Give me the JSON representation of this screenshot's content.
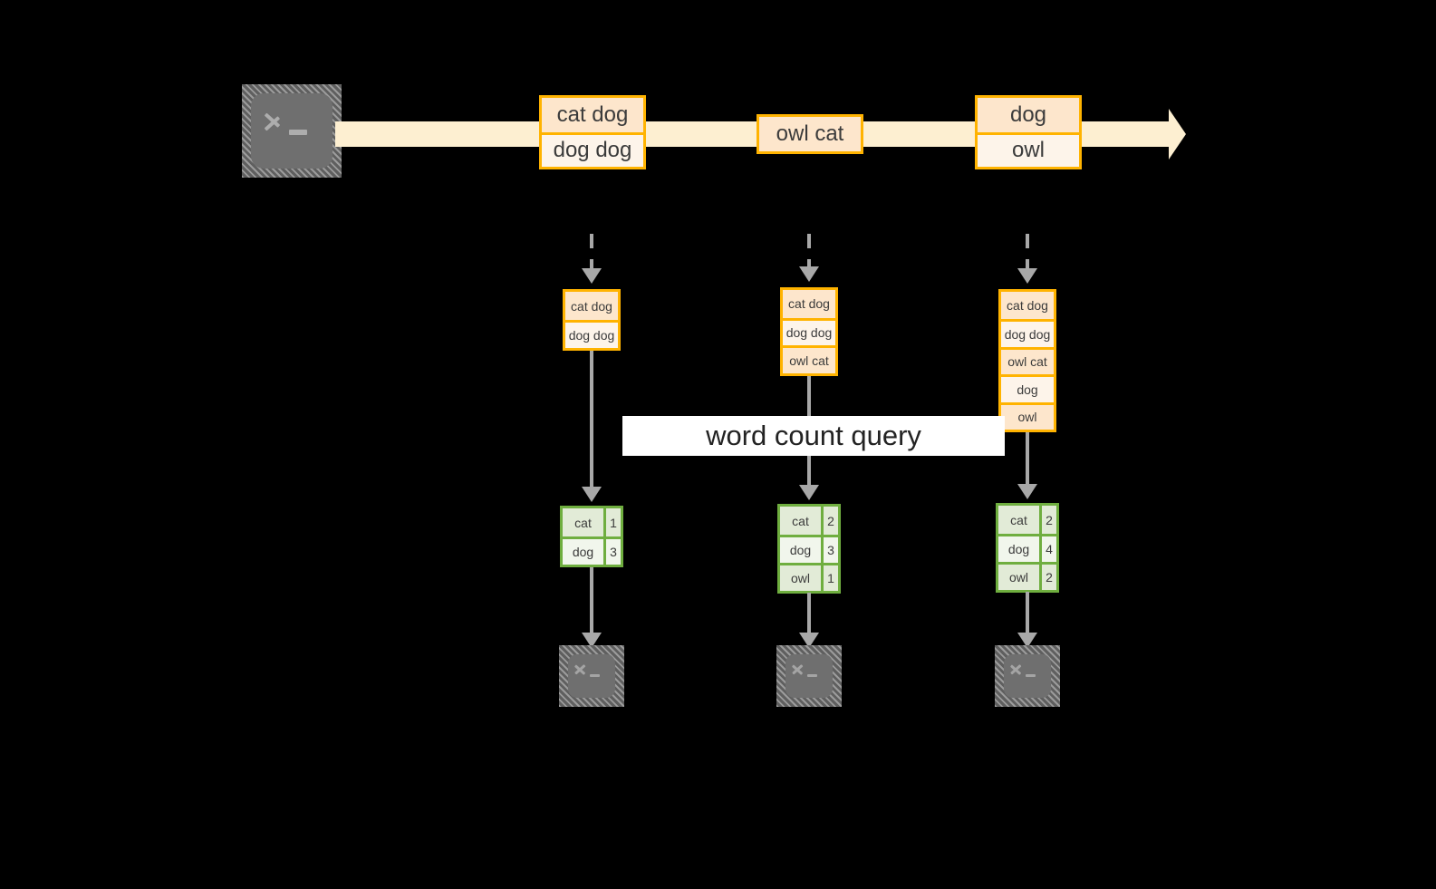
{
  "diagram": {
    "title": "word count streaming query",
    "colors": {
      "background": "#000000",
      "stream_band": "#fdefd1",
      "message_border": "#ffb300",
      "message_fill_dark": "#fde6cc",
      "message_fill_light": "#fdf4ea",
      "result_border": "#6fae3f",
      "result_fill_dark": "#e2ebd7",
      "result_fill_light": "#f1f6ec",
      "connector": "#a8a8a8",
      "terminal_fill": "#6f6f6f",
      "banner_fill": "#ffffff",
      "text": "#3b3b3b"
    }
  },
  "source": {
    "icon": "terminal-icon",
    "label": ""
  },
  "stream": {
    "icon": "arrow-right-icon",
    "batches": [
      {
        "name": "batch-1",
        "lines": [
          {
            "text": "cat dog",
            "shade": "dark"
          },
          {
            "text": "dog dog",
            "shade": "light"
          }
        ]
      },
      {
        "name": "batch-2",
        "lines": [
          {
            "text": "owl cat",
            "shade": "dark"
          }
        ]
      },
      {
        "name": "batch-3",
        "lines": [
          {
            "text": "dog",
            "shade": "dark"
          },
          {
            "text": "owl",
            "shade": "light"
          }
        ]
      }
    ]
  },
  "banner": {
    "label": "word count query"
  },
  "triggers": [
    {
      "name": "trigger-1",
      "input_icon": "arrow-down-dashed-icon",
      "accumulated": [
        {
          "text": "cat dog",
          "shade": "dark"
        },
        {
          "text": "dog dog",
          "shade": "light"
        }
      ],
      "result_icon": "arrow-down-icon",
      "result_rows": [
        {
          "word": "cat",
          "count": "1",
          "shade": "dark"
        },
        {
          "word": "dog",
          "count": "3",
          "shade": "light"
        }
      ],
      "sink_icon": "terminal-icon"
    },
    {
      "name": "trigger-2",
      "input_icon": "arrow-down-dashed-icon",
      "accumulated": [
        {
          "text": "cat dog",
          "shade": "dark"
        },
        {
          "text": "dog dog",
          "shade": "light"
        },
        {
          "text": "owl cat",
          "shade": "dark"
        }
      ],
      "result_icon": "arrow-down-icon",
      "result_rows": [
        {
          "word": "cat",
          "count": "2",
          "shade": "dark"
        },
        {
          "word": "dog",
          "count": "3",
          "shade": "light"
        },
        {
          "word": "owl",
          "count": "1",
          "shade": "dark"
        }
      ],
      "sink_icon": "terminal-icon"
    },
    {
      "name": "trigger-3",
      "input_icon": "arrow-down-dashed-icon",
      "accumulated": [
        {
          "text": "cat dog",
          "shade": "dark"
        },
        {
          "text": "dog dog",
          "shade": "light"
        },
        {
          "text": "owl cat",
          "shade": "dark"
        },
        {
          "text": "dog",
          "shade": "light"
        },
        {
          "text": "owl",
          "shade": "dark"
        }
      ],
      "result_icon": "arrow-down-icon",
      "result_rows": [
        {
          "word": "cat",
          "count": "2",
          "shade": "dark"
        },
        {
          "word": "dog",
          "count": "4",
          "shade": "light"
        },
        {
          "word": "owl",
          "count": "2",
          "shade": "dark"
        }
      ],
      "sink_icon": "terminal-icon"
    }
  ]
}
